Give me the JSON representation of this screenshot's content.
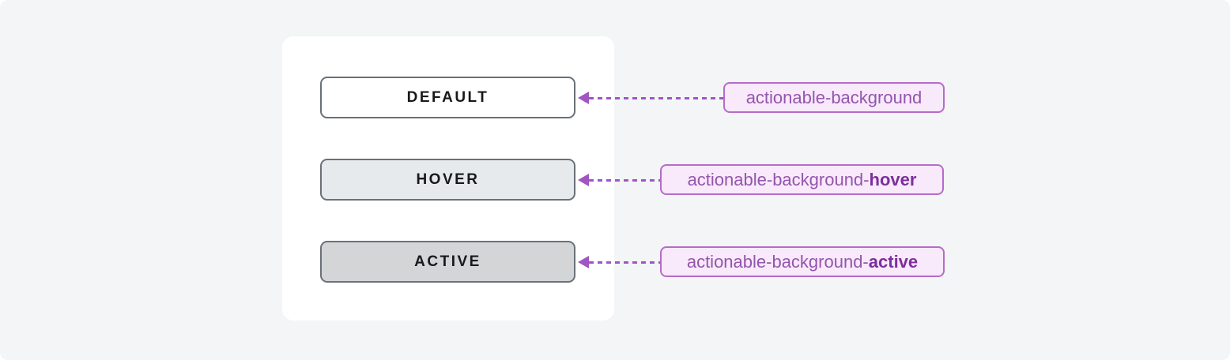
{
  "colors": {
    "page_bg": "#f3f5f6",
    "card_bg": "#ffffff",
    "button_border": "#697179",
    "button_text": "#17191c",
    "annotation_bg": "#f8e9fb",
    "annotation_border": "#b66bc8",
    "annotation_text": "#9455ad",
    "annotation_bold_text": "#7d2f9b",
    "arrow": "#a055c3"
  },
  "states": [
    {
      "name": "default",
      "button_label": "DEFAULT",
      "button_bg": "#ffffff",
      "token_prefix": "actionable-background",
      "token_suffix": ""
    },
    {
      "name": "hover",
      "button_label": "HOVER",
      "button_bg": "#e7eaec",
      "token_prefix": "actionable-background-",
      "token_suffix": "hover"
    },
    {
      "name": "active",
      "button_label": "ACTIVE",
      "button_bg": "#d3d5d7",
      "token_prefix": "actionable-background-",
      "token_suffix": "active"
    }
  ]
}
